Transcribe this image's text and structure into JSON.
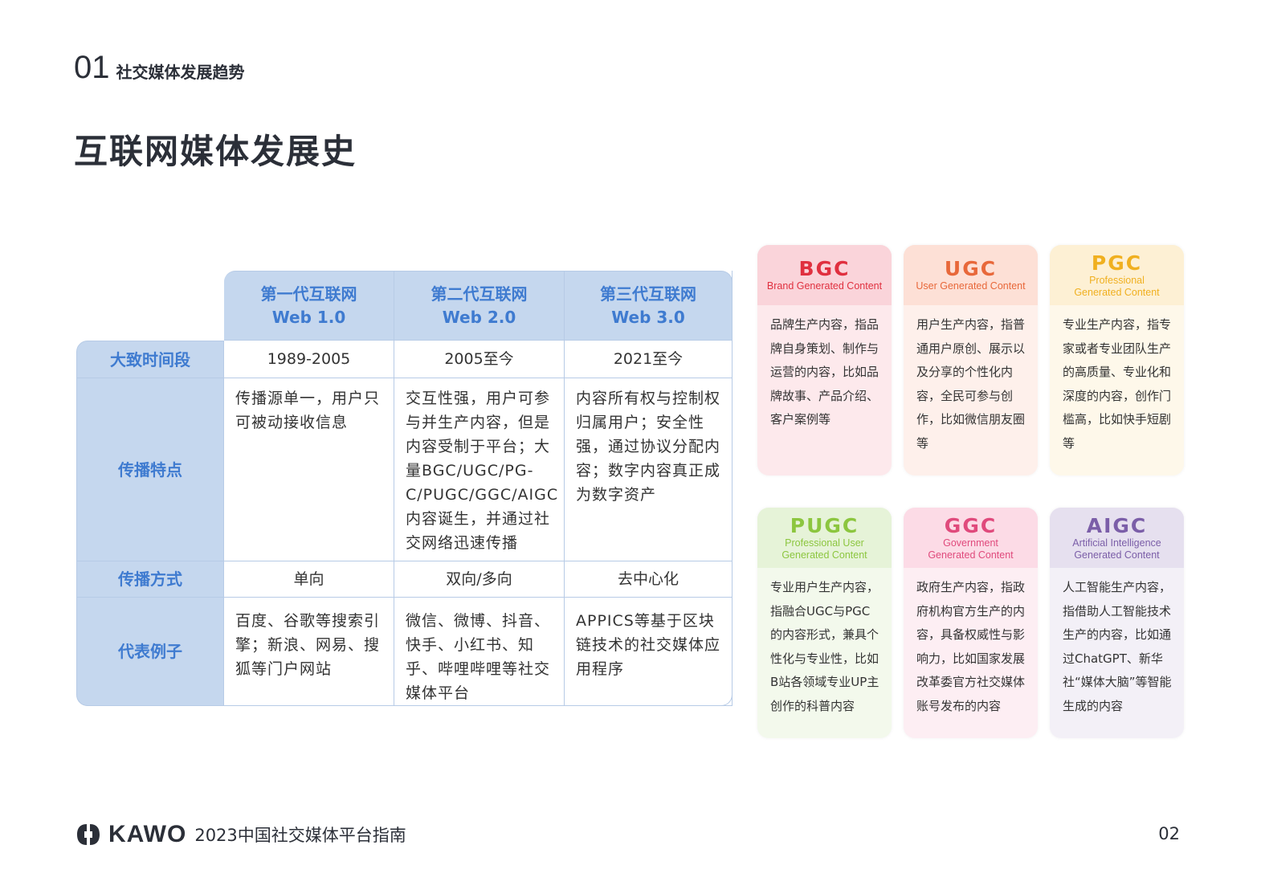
{
  "section": {
    "number": "01",
    "title": "社交媒体发展趋势"
  },
  "title": "互联网媒体发展史",
  "table": {
    "headers": [
      {
        "line1": "第一代互联网",
        "line2": "Web 1.0"
      },
      {
        "line1": "第二代互联网",
        "line2": "Web 2.0"
      },
      {
        "line1": "第三代互联网",
        "line2": "Web 3.0"
      }
    ],
    "rows": [
      {
        "label": "大致时间段",
        "cells": [
          "1989-2005",
          "2005至今",
          "2021至今"
        ]
      },
      {
        "label": "传播特点",
        "cells": [
          "传播源单一，用户只可被动接收信息",
          "交互性强，用户可参与并生产内容，但是内容受制于平台；大量BGC/UGC/PG-C/PUGC/GGC/AIGC内容诞生，并通过社交网络迅速传播",
          "内容所有权与控制权归属用户；安全性强，通过协议分配内容；数字内容真正成为数字资产"
        ]
      },
      {
        "label": "传播方式",
        "cells": [
          "单向",
          "双向/多向",
          "去中心化"
        ]
      },
      {
        "label": "代表例子",
        "cells": [
          "百度、谷歌等搜索引擎；新浪、网易、搜狐等门户网站",
          "微信、微博、抖音、快手、小红书、知乎、哔哩哔哩等社交媒体平台",
          "APPICS等基于区块链技术的社交媒体应用程序"
        ]
      }
    ]
  },
  "cards": [
    {
      "abbr": "BGC",
      "sub": "Brand Generated Content",
      "desc": "品牌生产内容，指品牌自身策划、制作与运营的内容，比如品牌故事、产品介绍、客户案例等",
      "color": "#e0303f",
      "head": "#fad4da",
      "bg": "#fde9ec"
    },
    {
      "abbr": "UGC",
      "sub": "User Generated Content",
      "desc": "用户生产内容，指普通用户原创、展示以及分享的个性化内容，全民可参与创作，比如微信朋友圈等",
      "color": "#e8683a",
      "head": "#fde0d6",
      "bg": "#fef0eb"
    },
    {
      "abbr": "PGC",
      "sub": "Professional Generated Content",
      "desc": "专业生产内容，指专家或者专业团队生产的高质量、专业化和深度的内容，创作门槛高，比如快手短剧等",
      "color": "#f0b020",
      "head": "#fdf0d4",
      "bg": "#fef8ea"
    },
    {
      "abbr": "PUGC",
      "sub": "Professional User Generated Content",
      "desc": "专业用户生产内容，指融合UGC与PGC的内容形式，兼具个性化与专业性，比如B站各领域专业UP主创作的科普内容",
      "color": "#8cc63f",
      "head": "#e6f3d8",
      "bg": "#f3f9ec"
    },
    {
      "abbr": "GGC",
      "sub": "Government Generated Content",
      "desc": "政府生产内容，指政府机构官方生产的内容，具备权威性与影响力，比如国家发展改革委官方社交媒体账号发布的内容",
      "color": "#e04a7c",
      "head": "#fcdbe6",
      "bg": "#fdeef3"
    },
    {
      "abbr": "AIGC",
      "sub": "Artificial Intelligence Generated Content",
      "desc": "人工智能生产内容，指借助人工智能技术生产的内容，比如通过ChatGPT、新华社“媒体大脑”等智能生成的内容",
      "color": "#7b5ea8",
      "head": "#e6e0ef",
      "bg": "#f3f0f7"
    }
  ],
  "footer": {
    "logo": "KAWO",
    "text": "2023中国社交媒体平台指南",
    "page": "02"
  }
}
